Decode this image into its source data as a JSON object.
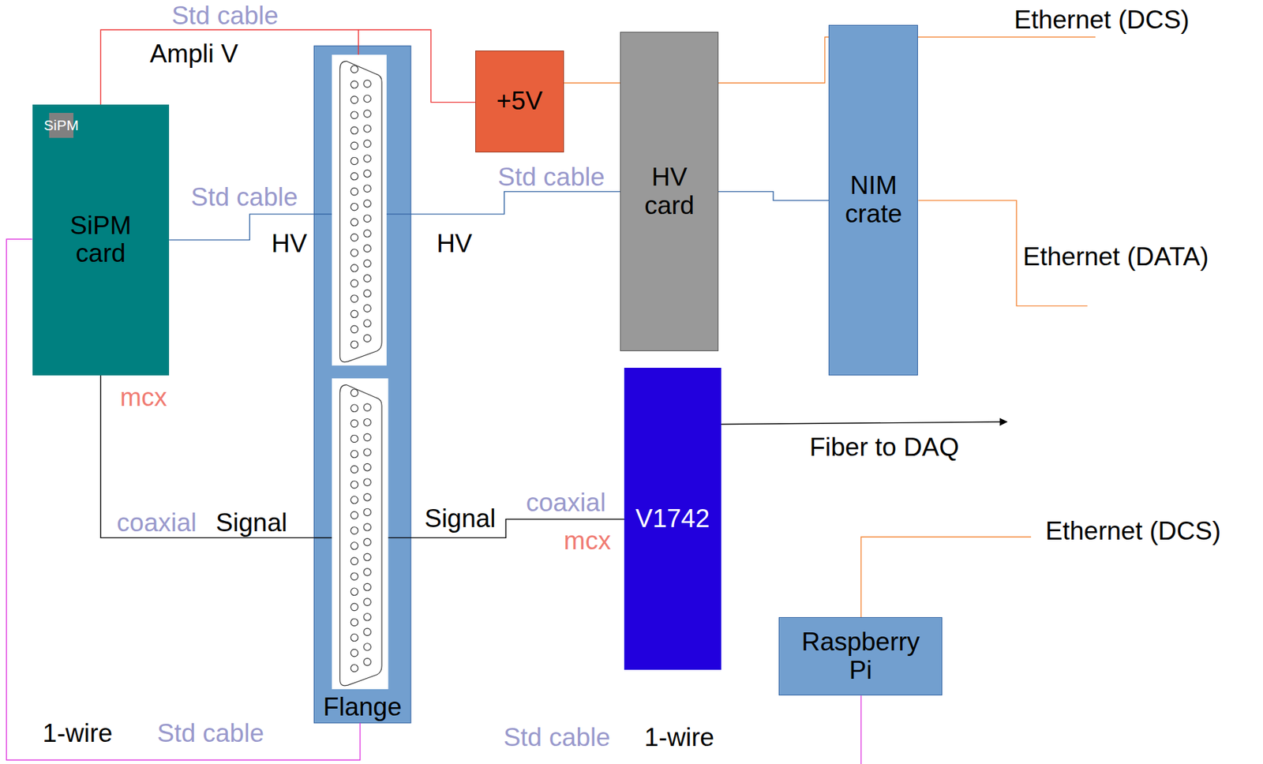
{
  "diagram": {
    "nodes": [
      {
        "text": [
          "SiPM card"
        ]
      },
      {
        "text": [
          "SiPM"
        ],
        "in": 0
      },
      {
        "text": [
          "Flange"
        ]
      },
      {
        "text": [
          "+5V"
        ]
      },
      {
        "text": [
          "HV card"
        ]
      },
      {
        "text": [
          "NIM crate"
        ]
      },
      {
        "text": [
          "V1742"
        ]
      },
      {
        "text": [
          "Raspberry Pi"
        ]
      }
    ],
    "edges": [
      {
        "from": 0,
        "to": 2,
        "arrow": "none"
      },
      {
        "from": 2,
        "to": 4,
        "arrow": "none"
      },
      {
        "from": 4,
        "to": 5,
        "arrow": "none"
      },
      {
        "from": 0,
        "to": 3,
        "arrow": "none"
      },
      {
        "from": 0,
        "to": 2,
        "arrow": "none"
      },
      {
        "from": 2,
        "to": 6,
        "arrow": "none"
      },
      {
        "from": 0,
        "to": 2,
        "arrow": "none"
      }
    ],
    "labels": [
      "Std cable",
      "Ampli V",
      "Std cable",
      "HV",
      "HV",
      "Std cable",
      "Ethernet (DCS)",
      "Ethernet (DATA)",
      "mcx",
      "coaxial",
      "Signal",
      "Signal",
      "coaxial",
      "mcx",
      "Fiber to DAQ",
      "Ethernet (DCS)",
      "1-wire",
      "Std cable",
      "Std cable",
      "1-wire"
    ]
  }
}
